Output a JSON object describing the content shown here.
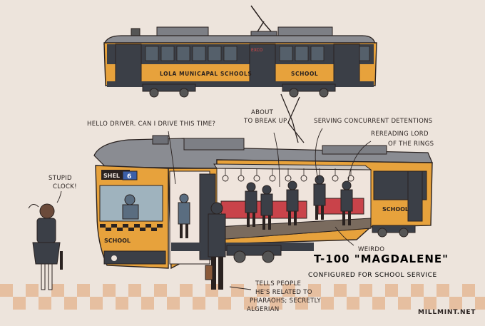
{
  "top_tram": {
    "route_sign": "EXCO",
    "side_text": "LOLA MUNICAPAL SCHOOLS",
    "side_text_right": "SCHOOL"
  },
  "front_tram": {
    "destination": "SHEL",
    "route_number": "6",
    "front_text": "SCHOOL",
    "side_text": "SCHOOL"
  },
  "annotations": {
    "hello_driver": "HELLO DRIVER. CAN I DRIVE THIS TIME?",
    "about_to_break_up": [
      "ABOUT",
      "TO BREAK UP"
    ],
    "serving_detentions": "SERVING CONCURRENT DETENTIONS",
    "rereading_lotr": [
      "REREADING LORD",
      "OF THE RINGS"
    ],
    "stupid_clock": [
      "STUPID",
      "CLOCK!"
    ],
    "weirdo": "WEIRDO",
    "tells_people": [
      "TELLS PEOPLE",
      "HE'S RELATED TO",
      "PHARAOHS; SECRETLY",
      "ALGERIAN"
    ]
  },
  "caption": {
    "title": "T-100 \"MAGDALENE\"",
    "subtitle": "CONFIGURED FOR SCHOOL SERVICE"
  },
  "signature": "MILLMINT.NET",
  "colors": {
    "background": "#ede4dc",
    "tram_orange": "#e7a23c",
    "tram_dark": "#3b3f47",
    "roof_grey": "#8a8c92",
    "checker": "#e6bfa0",
    "seat_red": "#c9434a"
  }
}
